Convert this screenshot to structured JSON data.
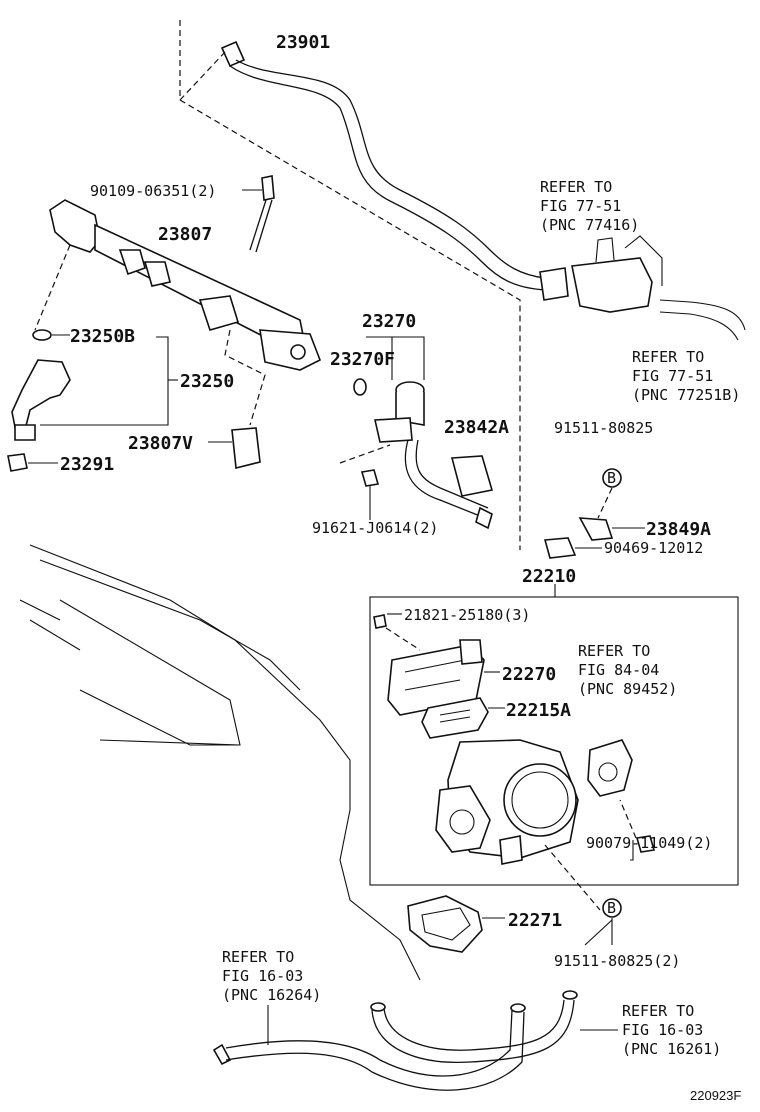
{
  "labels": {
    "p23901": "23901",
    "p90109": "90109-06351(2)",
    "p23807": "23807",
    "p23250b": "23250B",
    "p23250": "23250",
    "p23807v": "23807V",
    "p23291": "23291",
    "p23270": "23270",
    "p23270f": "23270F",
    "p23842a": "23842A",
    "p91621": "91621-J0614(2)",
    "p91511a": "91511-80825",
    "callout_b": "B",
    "p23849a": "23849A",
    "p90469": "90469-12012",
    "p22210": "22210",
    "p21821": "21821-25180(3)",
    "p22270": "22270",
    "p22215a": "22215A",
    "p90079": "90079-11049(2)",
    "p22271": "22271",
    "p91511b": "91511-80825(2)",
    "figure_id": "220923F"
  },
  "refs": {
    "r1": [
      "REFER TO",
      "FIG 77-51",
      "(PNC 77416)"
    ],
    "r2": [
      "REFER TO",
      "FIG 77-51",
      "(PNC 77251B)"
    ],
    "r3": [
      "REFER TO",
      "FIG 84-04",
      "(PNC 89452)"
    ],
    "r4": [
      "REFER TO",
      "FIG 16-03",
      "(PNC 16264)"
    ],
    "r5": [
      "REFER TO",
      "FIG 16-03",
      "(PNC 16261)"
    ]
  }
}
